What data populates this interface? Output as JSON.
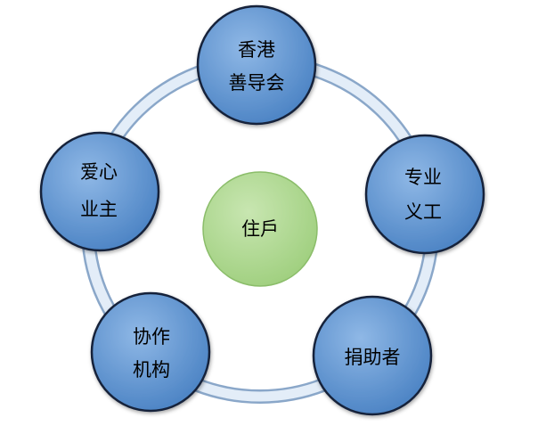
{
  "center": {
    "label": "住戶"
  },
  "nodes": [
    {
      "id": "hk-counselling",
      "lines": [
        "香港",
        "善导会"
      ]
    },
    {
      "id": "professional-volunteers",
      "lines": [
        "专业",
        "义工"
      ]
    },
    {
      "id": "donors",
      "lines": [
        "捐助者"
      ]
    },
    {
      "id": "partner-organizations",
      "lines": [
        "协作",
        "机构"
      ]
    },
    {
      "id": "caring-owners",
      "lines": [
        "爱心",
        "业主"
      ]
    }
  ],
  "colors": {
    "node_fill": "#4f86c6",
    "node_highlight": "#8fb8e6",
    "node_stroke": "#15243a",
    "ring": "#c9d9ec",
    "ring_edge": "#8aa7c9",
    "center_fill": "#9fcf7e",
    "center_highlight": "#c8e6b1",
    "center_stroke": "#8bbd6a"
  }
}
